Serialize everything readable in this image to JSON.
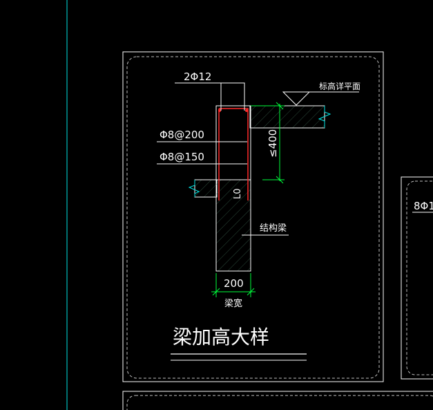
{
  "colors": {
    "background": "#000000",
    "line_white": "#ffffff",
    "line_cyan": "#00e5e5",
    "line_green": "#00ff3c",
    "line_red": "#ff2a2a",
    "line_grey": "#bfbfbf",
    "hatch_fill": "#14261e"
  },
  "drawing": {
    "rebar_top": "2Φ12",
    "stirrup_1": "Φ8@200",
    "stirrup_2": "Φ8@150",
    "elevation_note": "标高详平面",
    "height_dim": "≤400",
    "lo_mark": "L0",
    "beam_label": "结构梁",
    "width_dim": "200",
    "width_label": "梁宽",
    "title": "梁加高大样"
  },
  "neighbor_panel": {
    "partial_text": "8Φ1"
  }
}
